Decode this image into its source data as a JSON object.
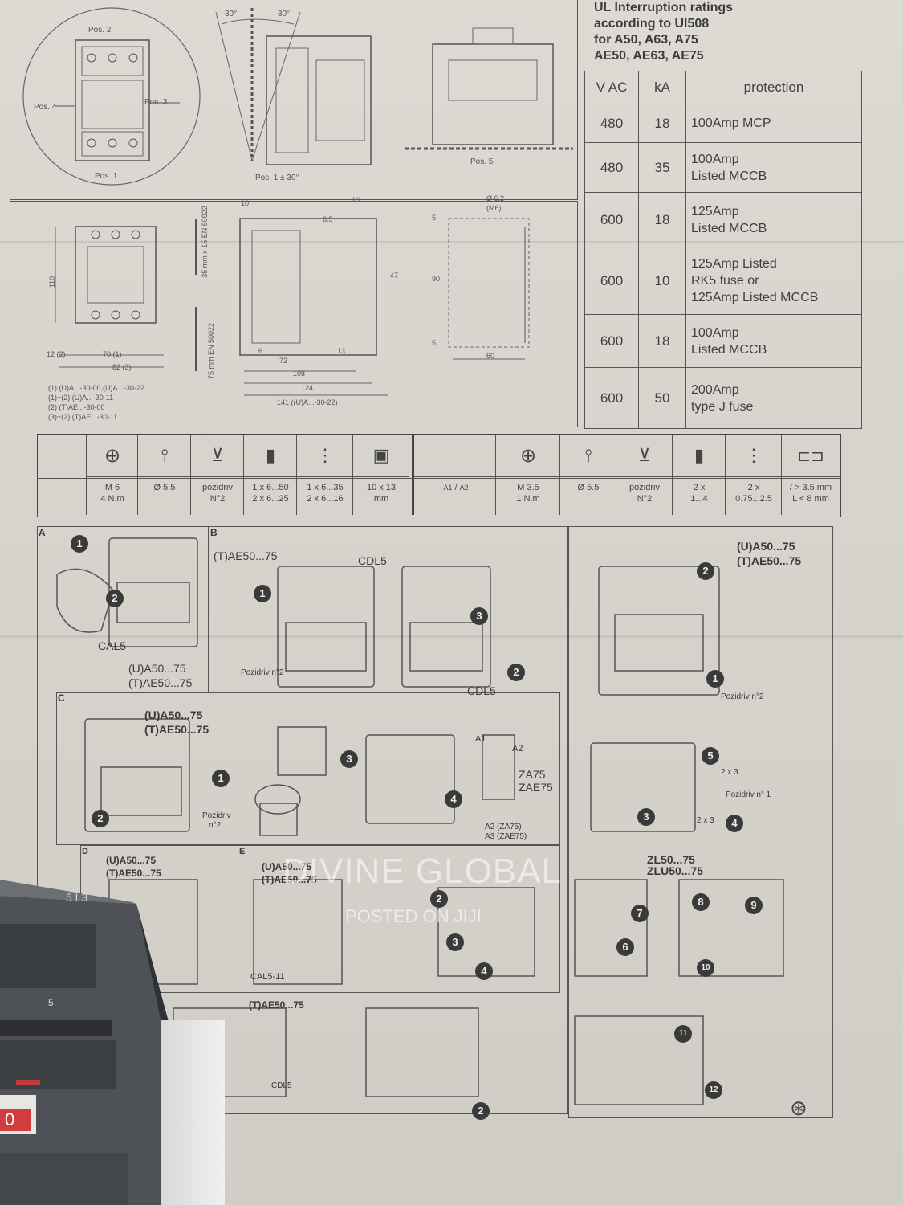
{
  "ratings": {
    "title_lines": [
      "UL Interruption ratings",
      "according to Ul508",
      "for A50, A63, A75",
      "AE50, AE63, AE75"
    ],
    "headers": [
      "V AC",
      "kA",
      "protection"
    ],
    "rows": [
      {
        "vac": "480",
        "ka": "18",
        "protection": [
          "100Amp MCP"
        ]
      },
      {
        "vac": "480",
        "ka": "35",
        "protection": [
          "100Amp",
          "Listed MCCB"
        ]
      },
      {
        "vac": "600",
        "ka": "18",
        "protection": [
          "125Amp",
          "Listed MCCB"
        ]
      },
      {
        "vac": "600",
        "ka": "10",
        "protection": [
          "125Amp Listed",
          "RK5 fuse or",
          "125Amp Listed MCCB"
        ]
      },
      {
        "vac": "600",
        "ka": "18",
        "protection": [
          "100Amp",
          "Listed MCCB"
        ]
      },
      {
        "vac": "600",
        "ka": "50",
        "protection": [
          "200Amp",
          "type J fuse"
        ]
      }
    ]
  },
  "top_diagram": {
    "pos2": "Pos. 2",
    "pos4": "Pos. 4",
    "pos3": "Pos. 3",
    "pos1": "Pos. 1",
    "pos5": "Pos. 5",
    "angle_a": "30°",
    "angle_b": "30°",
    "pos1_tol": "Pos. 1 ± 30°"
  },
  "dim_diagram": {
    "d_12": "12 (2)",
    "d_70": "70 (1)",
    "d_82": "82 (3)",
    "d_110": "110",
    "d_10a": "10",
    "d_10b": "10",
    "d_65": "6.5",
    "d_47": "47",
    "d_6": "6",
    "d_72": "72",
    "d_13": "13",
    "d_108": "108",
    "d_124": "124",
    "d_141": "141 ((U)A...-30-22)",
    "rail35": "35 mm x 15 EN 50022",
    "rail75": "75 mm EN 50022",
    "hole": "Ø 6.2",
    "hole_m": "(M6)",
    "d_90": "90",
    "d_5a": "5",
    "d_5b": "5",
    "d_60": "60",
    "notes": [
      "(1) (U)A...-30-00,(U)A...-30-22",
      "(1)+(2) (U)A...-30-11",
      "(2) (T)AE...-30-00",
      "(3)+(2) (T)AE...-30-11"
    ]
  },
  "tools": {
    "left": [
      {
        "icon": "torque-icon",
        "label": [
          "M 6",
          "4 N.m"
        ]
      },
      {
        "icon": "screwdriver-icon",
        "label": [
          "Ø 5.5"
        ]
      },
      {
        "icon": "pozidriv-icon",
        "label": [
          "pozidriv",
          "N°2"
        ]
      },
      {
        "icon": "wire-solid-icon",
        "label": [
          "1 x 6...50",
          "2 x 6...25"
        ]
      },
      {
        "icon": "wire-stranded-icon",
        "label": [
          "1 x 6...35",
          "2 x 6...16"
        ]
      },
      {
        "icon": "lug-icon",
        "label": [
          "10 x 13",
          "mm"
        ]
      }
    ],
    "right": [
      {
        "icon": "torque-icon",
        "label": [
          "M 3.5",
          "1 N.m"
        ]
      },
      {
        "icon": "screwdriver-icon",
        "label": [
          "Ø 5.5"
        ]
      },
      {
        "icon": "pozidriv-icon",
        "label": [
          "pozidriv",
          "N°2"
        ]
      },
      {
        "icon": "wire-solid-icon",
        "label": [
          "2 x",
          "1...4"
        ]
      },
      {
        "icon": "wire-stranded-icon",
        "label": [
          "2 x",
          "0.75...2.5"
        ]
      },
      {
        "icon": "strip-icon",
        "label": [
          "/ > 3.5 mm",
          "L < 8 mm"
        ]
      }
    ],
    "coil_a1": "A1",
    "coil_a2": "A2"
  },
  "panels": {
    "a_letter": "A",
    "a_cal": "CAL5",
    "a_models": [
      "(U)A50...75",
      "(T)AE50...75"
    ],
    "b_letter": "B",
    "b_model": "(T)AE50...75",
    "b_cdl_top": "CDL5",
    "b_cdl_bottom": "CDL5",
    "b_pozidriv": "Pozidriv n°2",
    "r1_models": [
      "(U)A50...75",
      "(T)AE50...75"
    ],
    "r1_pozidriv": "Pozidriv n°2",
    "c_letter": "C",
    "c_models": [
      "(U)A50...75",
      "(T)AE50...75"
    ],
    "c_pozidriv": [
      "Pozidriv",
      "n°2"
    ],
    "c_a1": "A1",
    "c_a2": "A2",
    "c_za": "ZA75",
    "c_zae": "ZAE75",
    "c_a2za": "A2 (ZA75)",
    "c_a3zae": "A3 (ZAE75)",
    "r2_x3a": "2 x 3",
    "r2_x3b": "2 x 3",
    "r2_pozidriv": "Pozidriv n° 1",
    "d_letter": "D",
    "d_models": [
      "(U)A50...75",
      "(T)AE50...75"
    ],
    "e_letter": "E",
    "e_models": [
      "(U)A50...75",
      "(T)AE50...75"
    ],
    "e_cal": "CAL5-11",
    "r3_zl": "ZL50...75",
    "r3_zlu": "ZLU50...75",
    "f_model": "(T)AE50...75",
    "f_cdl": "CDL5"
  },
  "watermark": {
    "line1": "DIVINE GLOBAL",
    "line2": "POSTED ON JIJI"
  },
  "device": {
    "terminal": "5 L3",
    "number": "5",
    "display": "0"
  },
  "step_numbers": [
    "1",
    "2",
    "3",
    "4",
    "5",
    "6",
    "7",
    "8",
    "9",
    "10",
    "11",
    "12"
  ]
}
